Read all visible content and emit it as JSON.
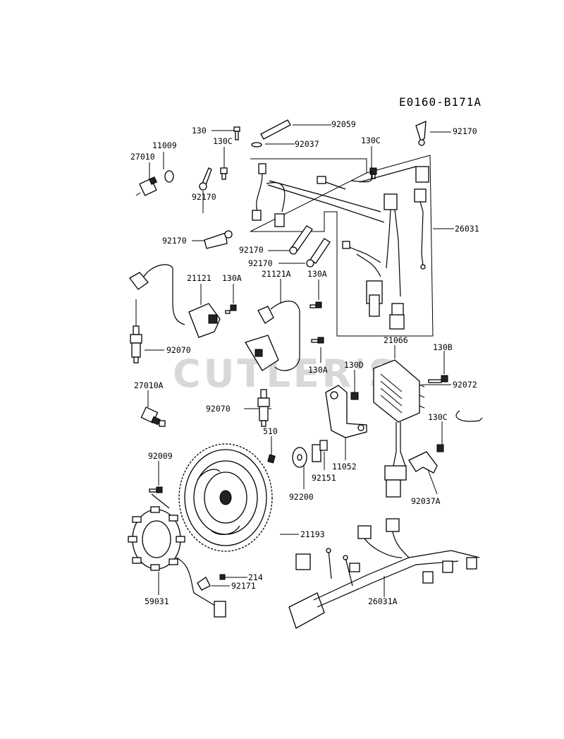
{
  "diagram_code": "E0160-B171A",
  "watermark": "CUTLER'S",
  "labels": {
    "l130": "130",
    "l92059": "92059",
    "l92037": "92037",
    "l130c_a": "130C",
    "l11009": "11009",
    "l27010": "27010",
    "l92170_a": "92170",
    "l130c_b": "130C",
    "l92170_b": "92170",
    "l92170_c": "92170",
    "l92170_d": "92170",
    "l92170_e": "92170",
    "l26031": "26031",
    "l21121": "21121",
    "l130a_a": "130A",
    "l21121a": "21121A",
    "l130a_b": "130A",
    "l92070_a": "92070",
    "l130a_c": "130A",
    "l21066": "21066",
    "l130b": "130B",
    "l130d": "130D",
    "l92072": "92072",
    "l27010a": "27010A",
    "l92070_b": "92070",
    "l510": "510",
    "l130c_c": "130C",
    "l92009": "92009",
    "l11052": "11052",
    "l92151": "92151",
    "l92200": "92200",
    "l92037a": "92037A",
    "l21193": "21193",
    "l214": "214",
    "l92171": "92171",
    "l59031": "59031",
    "l26031a": "26031A"
  }
}
